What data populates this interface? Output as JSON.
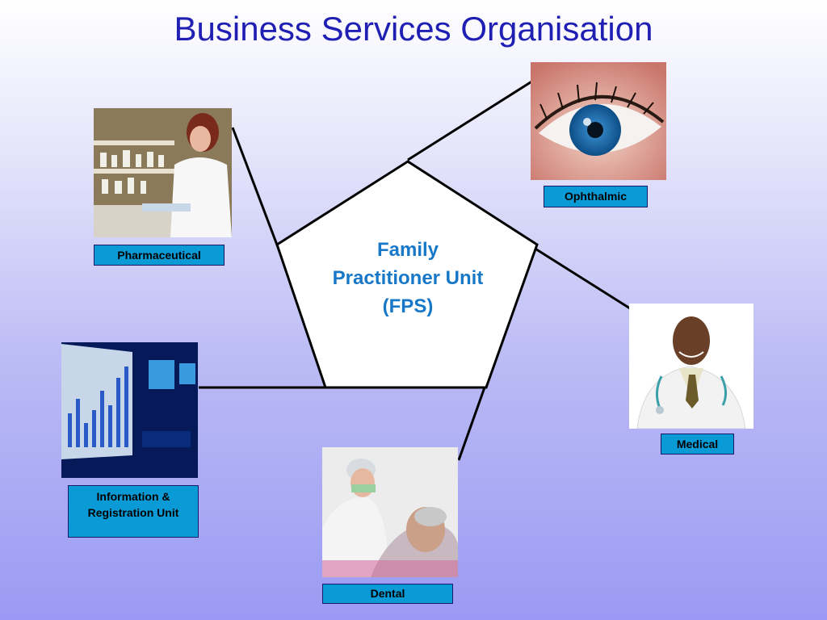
{
  "title": "Business Services Organisation",
  "center": {
    "line1": "Family",
    "line2": "Practitioner Unit",
    "line3": "(FPS)"
  },
  "units": {
    "ophthalmic": "Ophthalmic",
    "pharmaceutical": "Pharmaceutical",
    "medical": "Medical",
    "information": "Information & Registration Unit",
    "dental": "Dental"
  },
  "colors": {
    "title": "#1f1fb3",
    "center_text": "#1878c8",
    "label_bg": "#0a9ad6"
  }
}
